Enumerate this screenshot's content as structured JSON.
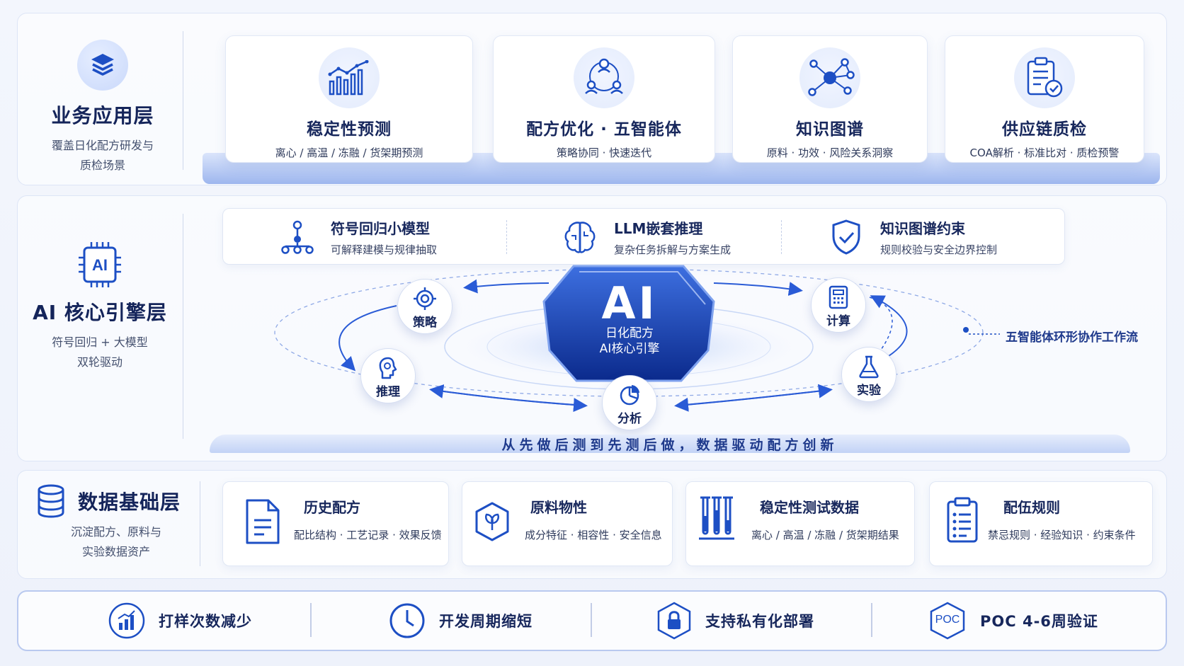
{
  "colors": {
    "accent": "#1d4fc4",
    "accent_dark": "#0d2d8f",
    "text_dark": "#17275c",
    "panel_border": "#dde5f6"
  },
  "layer1": {
    "title": "业务应用层",
    "desc_line1": "覆盖日化配方研发与",
    "desc_line2": "质检场景",
    "icon": "layers-icon",
    "cards": [
      {
        "title": "稳定性预测",
        "sub": "离心 / 高温 / 冻融 / 货架期预测",
        "icon": "bar-chart-trend-icon"
      },
      {
        "title": "配方优化 · 五智能体",
        "sub": "策略协同 · 快速迭代",
        "icon": "team-network-icon"
      },
      {
        "title": "知识图谱",
        "sub": "原料 · 功效 · 风险关系洞察",
        "icon": "graph-nodes-icon"
      },
      {
        "title": "供应链质检",
        "sub": "COA解析 · 标准比对 · 质检预警",
        "icon": "clipboard-check-icon"
      }
    ]
  },
  "layer2": {
    "title": "AI 核心引擎层",
    "desc_line1": "符号回归 + 大模型",
    "desc_line2": "双轮驱动",
    "icon": "ai-chip-icon",
    "techs": [
      {
        "title": "符号回归小模型",
        "sub": "可解释建模与规律抽取",
        "icon": "tree-structure-icon"
      },
      {
        "title": "LLM嵌套推理",
        "sub": "复杂任务拆解与方案生成",
        "icon": "brain-icon"
      },
      {
        "title": "知识图谱约束",
        "sub": "规则校验与安全边界控制",
        "icon": "shield-check-icon"
      }
    ],
    "core": {
      "big": "AI",
      "line1": "日化配方",
      "line2": "AI核心引擎"
    },
    "agents": {
      "strategy": "策略",
      "compute": "计算",
      "reasoning": "推理",
      "experiment": "实验",
      "analysis": "分析"
    },
    "ring_label": "五智能体环形协作工作流",
    "slogan": "从先做后测到先测后做，数据驱动配方创新"
  },
  "layer3": {
    "title": "数据基础层",
    "desc_line1": "沉淀配方、原料与",
    "desc_line2": "实验数据资产",
    "icon": "database-icon",
    "cards": [
      {
        "title": "历史配方",
        "sub": "配比结构 · 工艺记录 · 效果反馈",
        "icon": "document-icon"
      },
      {
        "title": "原料物性",
        "sub": "成分特征 · 相容性 · 安全信息",
        "icon": "leaf-hexagon-icon"
      },
      {
        "title": "稳定性测试数据",
        "sub": "离心 / 高温 / 冻融 / 货架期结果",
        "icon": "test-tubes-icon"
      },
      {
        "title": "配伍规则",
        "sub": "禁忌规则 · 经验知识 · 约束条件",
        "icon": "clipboard-list-icon"
      }
    ]
  },
  "kpis": [
    {
      "label": "打样次数减少",
      "icon": "chart-up-icon"
    },
    {
      "label": "开发周期缩短",
      "icon": "clock-icon"
    },
    {
      "label": "支持私有化部署",
      "icon": "lock-shield-icon"
    },
    {
      "label": "POC 4-6周验证",
      "icon": "poc-hexagon-icon",
      "badge": "POC"
    }
  ]
}
